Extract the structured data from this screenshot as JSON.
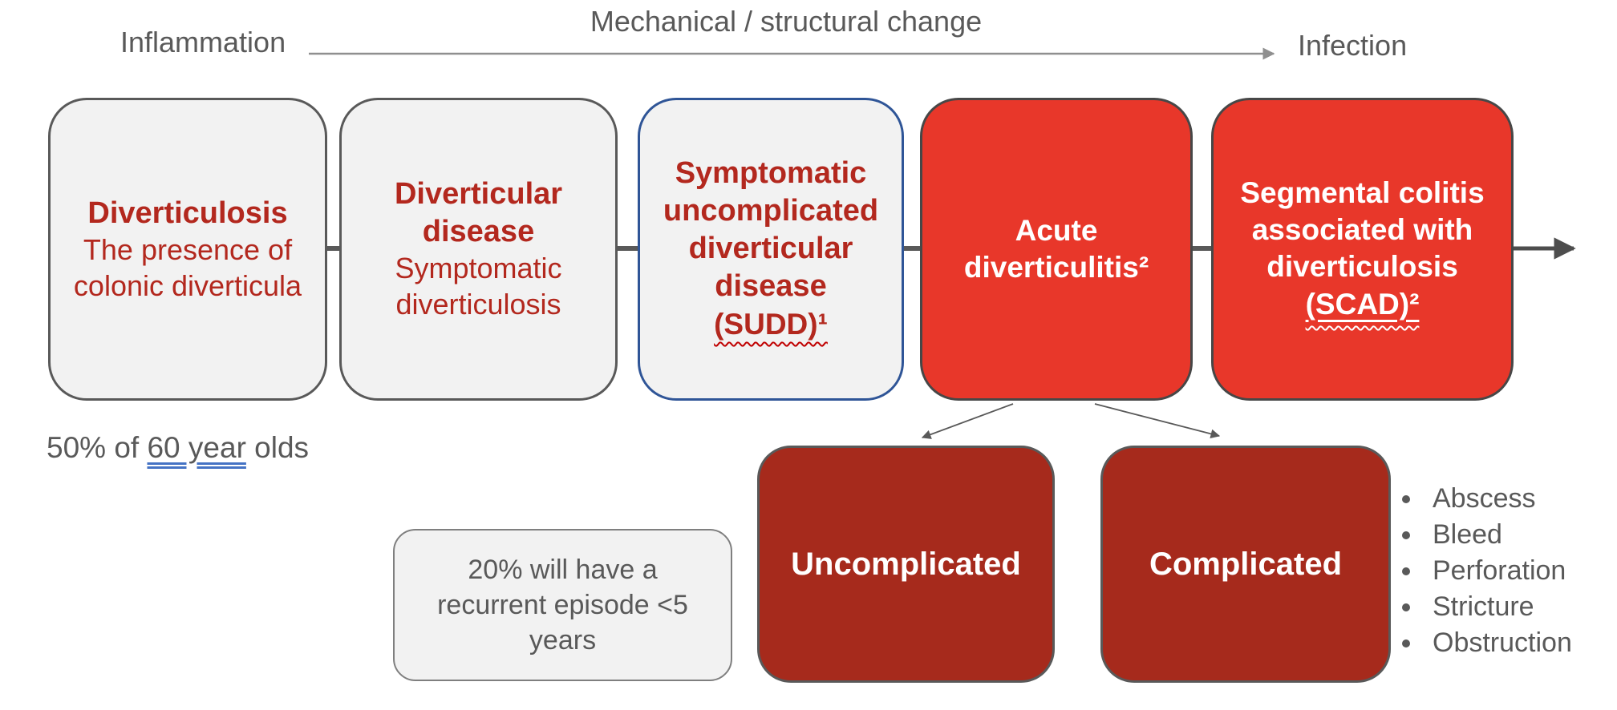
{
  "spectrum_header": {
    "left_label": "Inflammation",
    "center_label": "Mechanical / structural change",
    "right_label": "Infection"
  },
  "stages": [
    {
      "title": "Diverticulosis",
      "subtitle": "The presence of colonic diverticula"
    },
    {
      "title": "Diverticular disease",
      "subtitle": "Symptomatic diverticulosis"
    },
    {
      "title": "Symptomatic uncomplicated diverticular disease",
      "acronym": "(SUDD)¹"
    },
    {
      "title": "Acute diverticulitis²"
    },
    {
      "title": "Segmental colitis associated with diverticulosis",
      "acronym": "(SCAD)²"
    }
  ],
  "annotations": {
    "prevalence": {
      "prefix": "50% of ",
      "underlined": "60 year",
      "suffix": " olds"
    },
    "recurrence_note": "20% will have a recurrent episode <5 years"
  },
  "outcomes": [
    {
      "label": "Uncomplicated"
    },
    {
      "label": "Complicated"
    }
  ],
  "complications": [
    "Abscess",
    "Bleed",
    "Perforation",
    "Stricture",
    "Obstruction"
  ],
  "colors": {
    "stage_text_red": "#B3281E",
    "bright_red_fill": "#E8372A",
    "dark_red_fill": "#A62A1C",
    "gray_fill": "#F2F2F2",
    "gray_border": "#595959",
    "sudd_border_blue": "#2F5597",
    "label_gray": "#595959",
    "grammar_underline_blue": "#4472C4",
    "spellcheck_wavy_red": "#C00000"
  }
}
